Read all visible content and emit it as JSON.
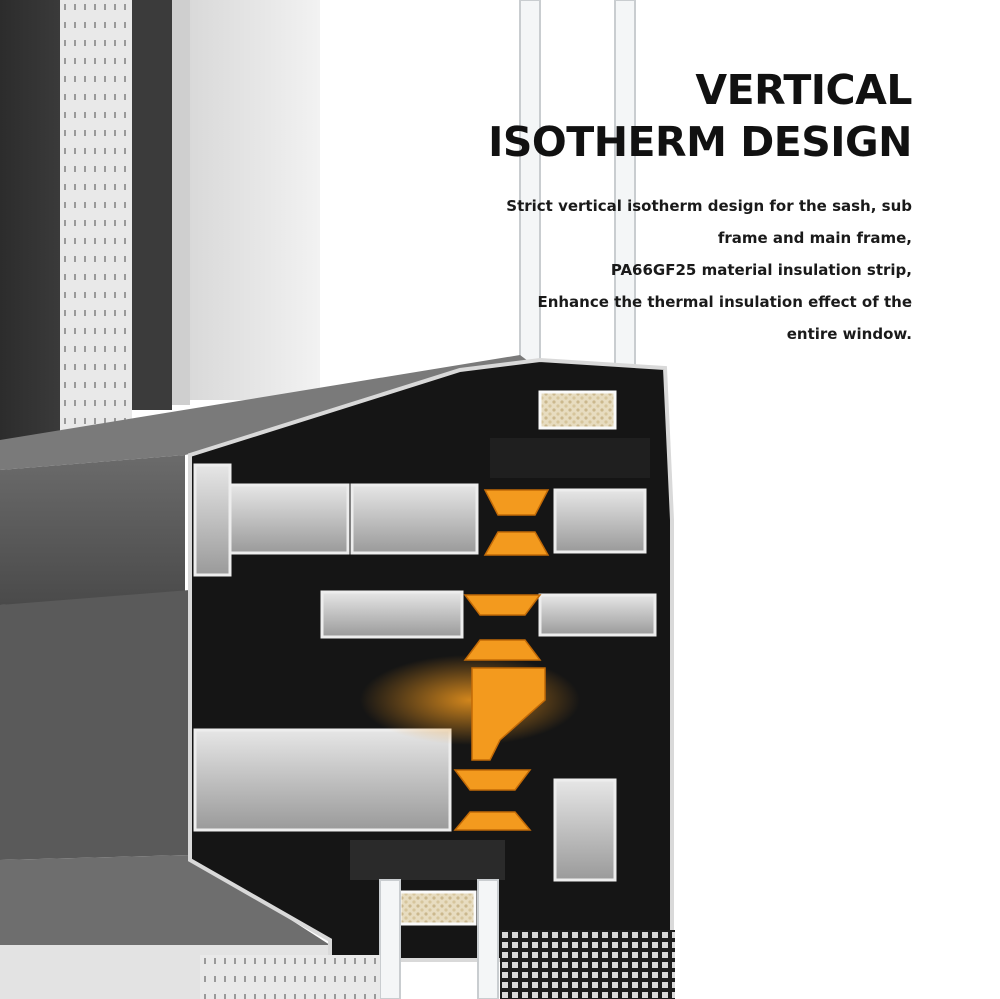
{
  "heading": {
    "line1": "VERTICAL",
    "line2": "ISOTHERM DESIGN"
  },
  "description": {
    "line1": "Strict vertical isotherm design for the sash, sub",
    "line2": "frame and main frame,",
    "line3": "PA66GF25 material insulation strip,",
    "line4": "Enhance the thermal insulation effect of the",
    "line5": "entire window."
  },
  "colors": {
    "background": "#ffffff",
    "text": "#111111",
    "profile_black": "#151515",
    "insulation_strip": "#f39a1e",
    "frame_gray": "#5a5a5a"
  }
}
